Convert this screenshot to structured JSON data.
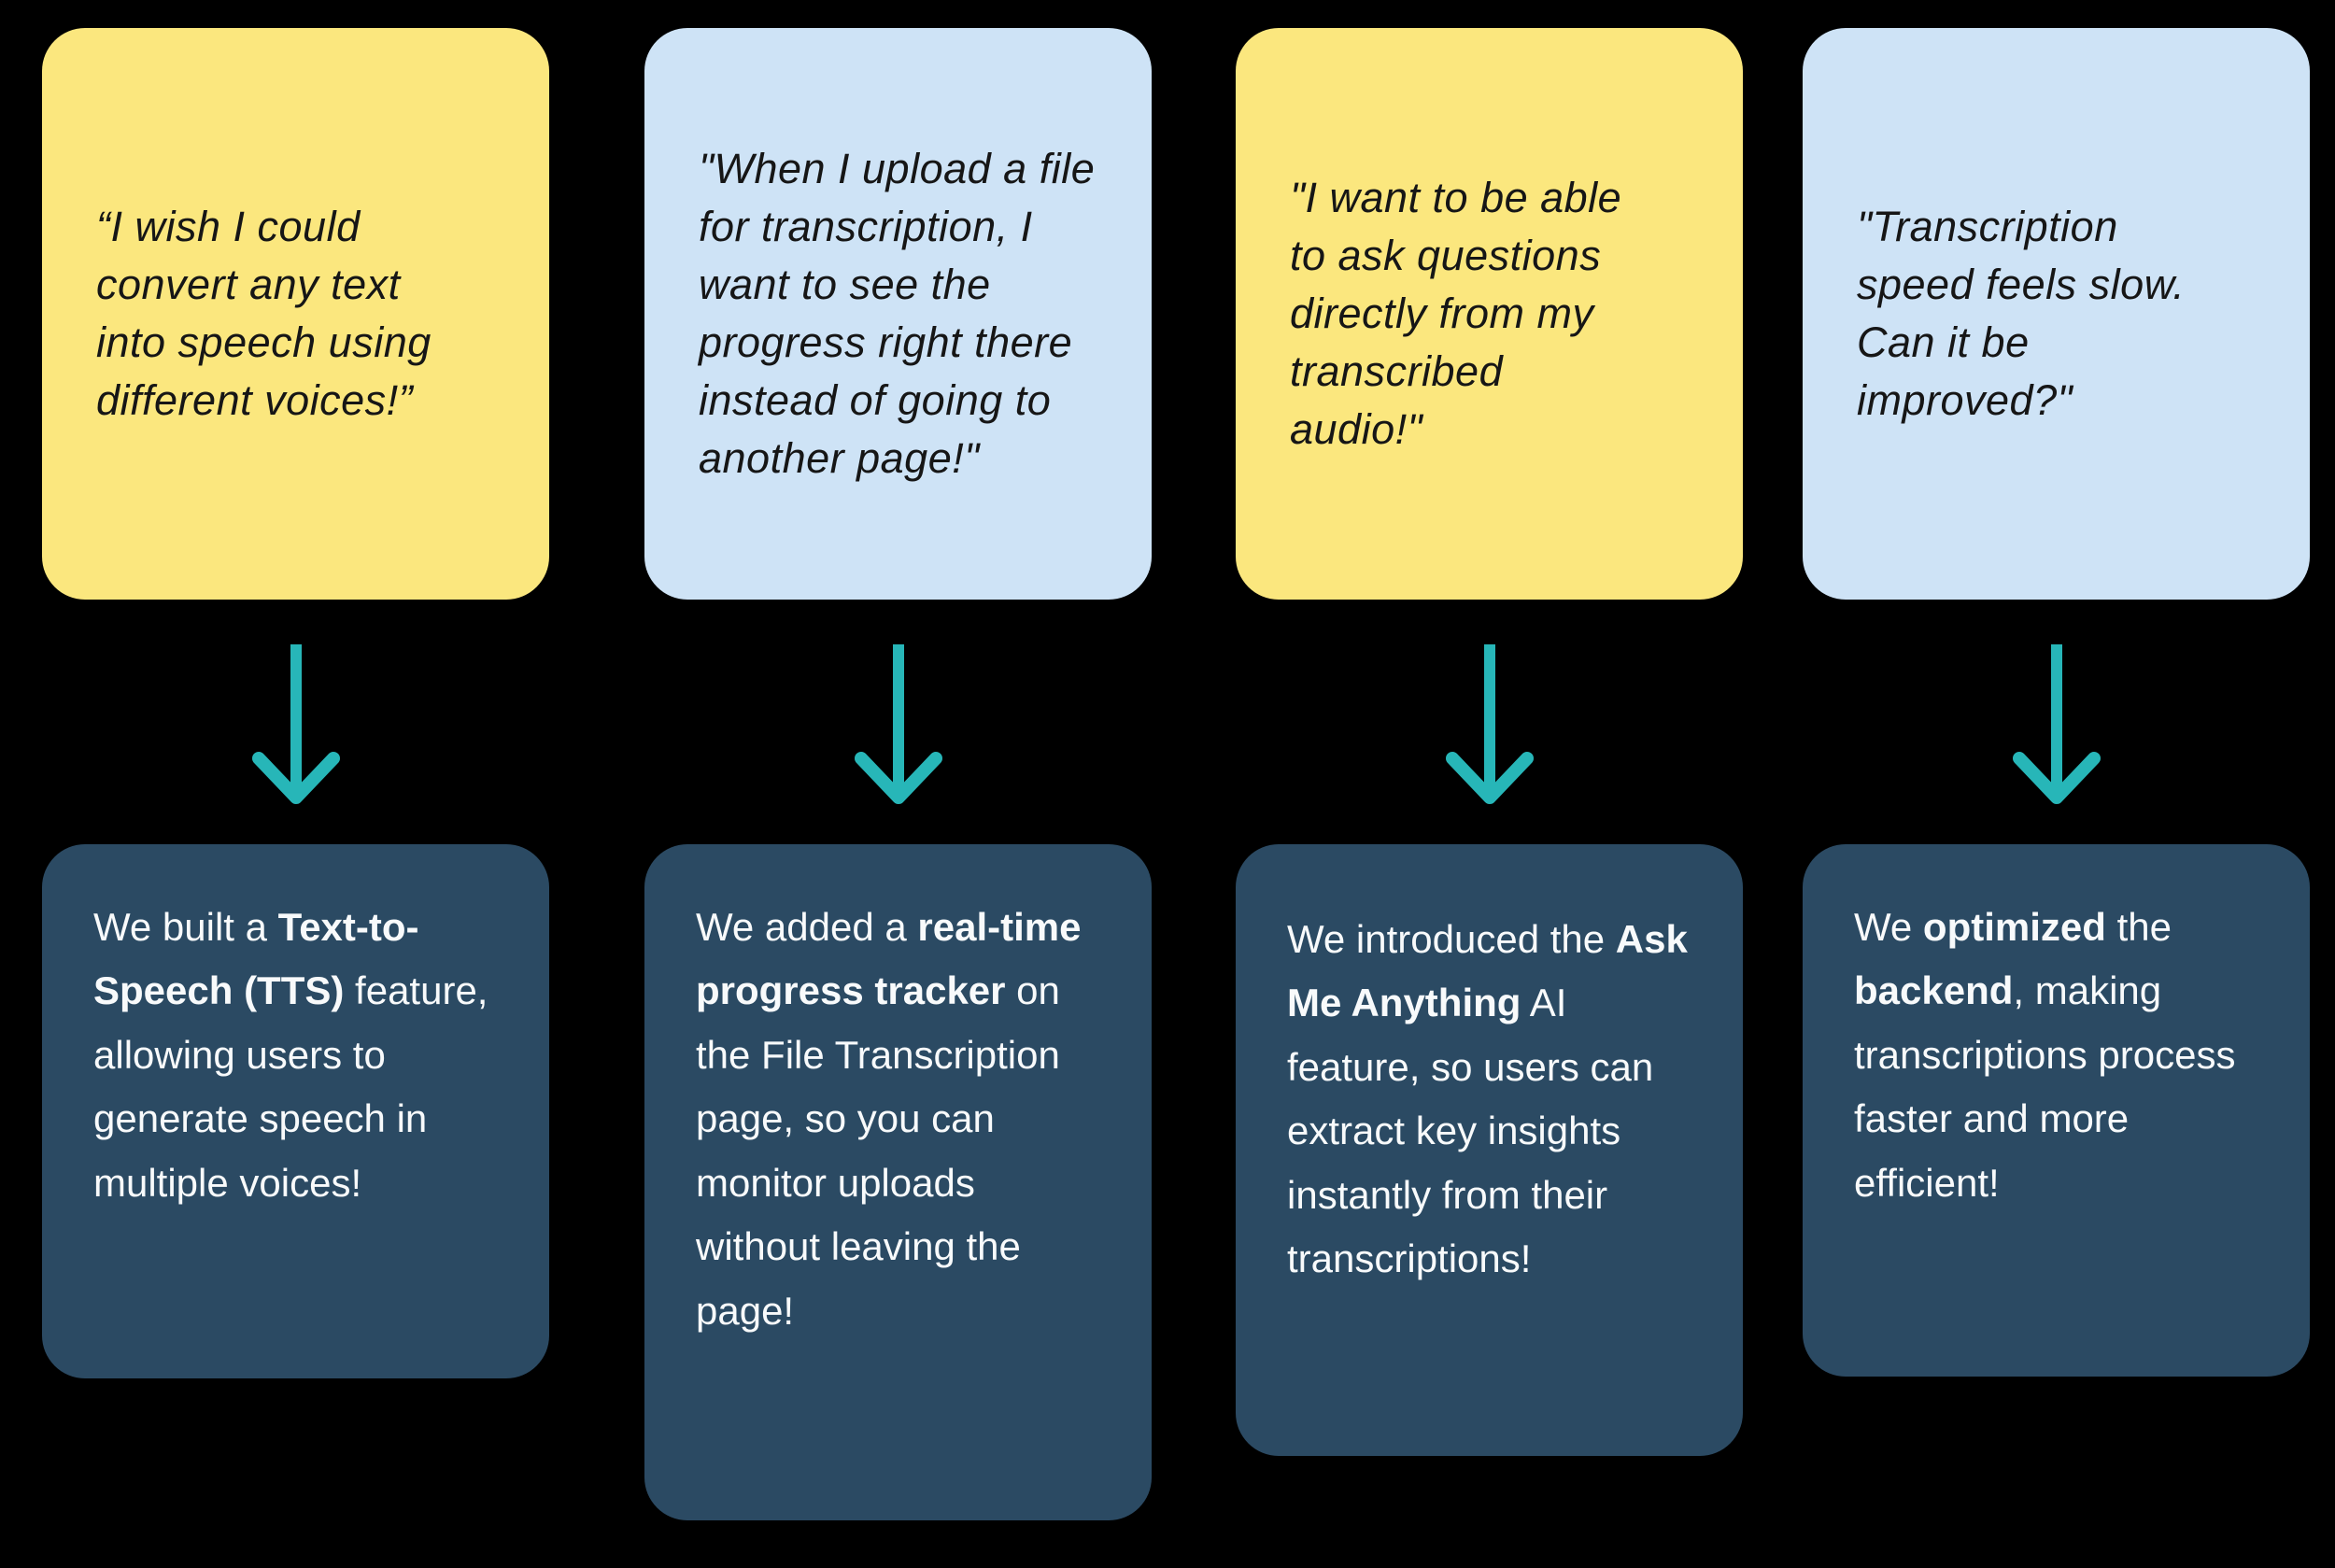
{
  "palette": {
    "background": "#000000",
    "sticky_yellow": "#FBE77E",
    "sticky_blue": "#CEE3F6",
    "response_navy": "#2B4A63",
    "arrow_teal": "#27B6B8",
    "quote_text_color": "#161616",
    "answer_text_color": "#F8FAFB"
  },
  "arrow": {
    "icon": "down-arrow-icon",
    "color": "#27B6B8"
  },
  "columns": [
    {
      "quote": {
        "variant": "yellow",
        "text": "“I wish I could\nconvert any text\ninto speech using\ndifferent voices!”"
      },
      "answer": {
        "segments": [
          {
            "text": "We built a ",
            "bold": false
          },
          {
            "text": "Text-to-Speech (TTS)",
            "bold": true
          },
          {
            "text": " feature, allowing users to generate speech in multiple voices!",
            "bold": false
          }
        ]
      }
    },
    {
      "quote": {
        "variant": "blue",
        "text": "\"When I upload a file\nfor transcription, I\nwant to see the\nprogress right there\ninstead of going to\nanother page!\""
      },
      "answer": {
        "segments": [
          {
            "text": "We added a ",
            "bold": false
          },
          {
            "text": "real-time progress tracker",
            "bold": true
          },
          {
            "text": " on the File Transcription page, so you can monitor uploads without leaving the page!",
            "bold": false
          }
        ]
      }
    },
    {
      "quote": {
        "variant": "yellow",
        "text": "\"I want to be able\nto ask questions\ndirectly from my\ntranscribed\naudio!\""
      },
      "answer": {
        "segments": [
          {
            "text": "We introduced the ",
            "bold": false
          },
          {
            "text": "Ask Me Anything",
            "bold": true
          },
          {
            "text": " AI feature, so users can extract key insights instantly from their transcriptions!",
            "bold": false
          }
        ]
      }
    },
    {
      "quote": {
        "variant": "blue",
        "text": "\"Transcription\nspeed feels slow.\nCan it be\nimproved?\""
      },
      "answer": {
        "segments": [
          {
            "text": "We ",
            "bold": false
          },
          {
            "text": "optimized",
            "bold": true
          },
          {
            "text": " the ",
            "bold": false
          },
          {
            "text": "backend",
            "bold": true
          },
          {
            "text": ", making transcriptions process faster and more efficient!",
            "bold": false
          }
        ]
      }
    }
  ]
}
